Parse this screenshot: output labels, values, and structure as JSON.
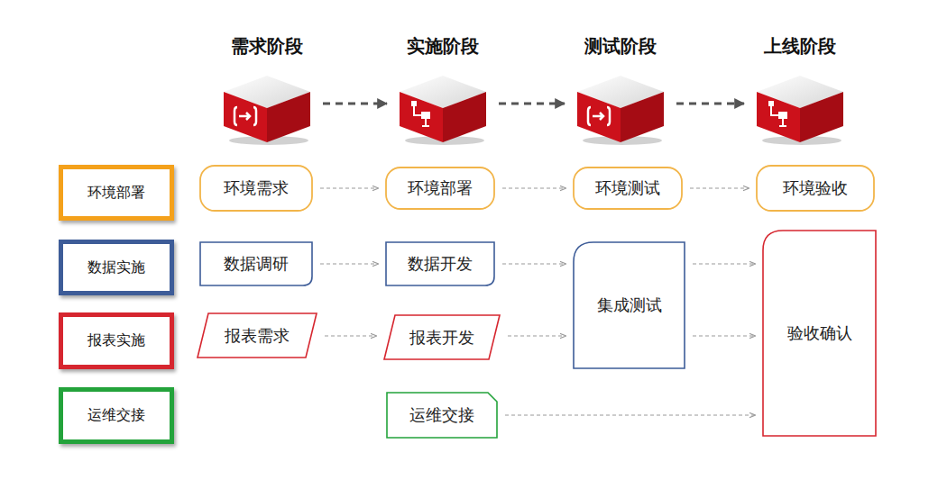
{
  "diagram": {
    "nodes": [
      {
        "text": [
          "需求阶段"
        ]
      },
      {
        "text": [
          "实施阶段"
        ]
      },
      {
        "text": [
          "测试阶段"
        ]
      },
      {
        "text": [
          "上线阶段"
        ]
      },
      {
        "text": [
          "环境部署"
        ]
      },
      {
        "text": [
          "环境需求"
        ]
      },
      {
        "text": [
          "环境部署"
        ]
      },
      {
        "text": [
          "环境测试"
        ]
      },
      {
        "text": [
          "环境验收"
        ]
      },
      {
        "text": [
          "数据实施"
        ]
      },
      {
        "text": [
          "数据调研"
        ]
      },
      {
        "text": [
          "数据开发"
        ]
      },
      {
        "text": [
          "集成测试"
        ]
      },
      {
        "text": [
          "验收确认"
        ]
      },
      {
        "text": [
          "报表实施"
        ]
      },
      {
        "text": [
          "报表需求"
        ]
      },
      {
        "text": [
          "报表开发"
        ]
      },
      {
        "text": [
          "运维交接"
        ]
      },
      {
        "text": [
          "运维交接"
        ]
      }
    ],
    "edges": [
      {
        "from": 0,
        "to": 1,
        "arrow": "to"
      },
      {
        "from": 1,
        "to": 2,
        "arrow": "to"
      },
      {
        "from": 2,
        "to": 3,
        "arrow": "to"
      },
      {
        "from": 5,
        "to": 6,
        "arrow": "to"
      },
      {
        "from": 6,
        "to": 7,
        "arrow": "to"
      },
      {
        "from": 7,
        "to": 8,
        "arrow": "to"
      },
      {
        "from": 10,
        "to": 11,
        "arrow": "to"
      },
      {
        "from": 11,
        "to": 12,
        "arrow": "to"
      },
      {
        "from": 12,
        "to": 13,
        "arrow": "to"
      },
      {
        "from": 15,
        "to": 16,
        "arrow": "to"
      },
      {
        "from": 16,
        "to": 12,
        "arrow": "to"
      },
      {
        "from": 12,
        "to": 13,
        "arrow": "to"
      },
      {
        "from": 18,
        "to": 13,
        "arrow": "to"
      }
    ]
  }
}
